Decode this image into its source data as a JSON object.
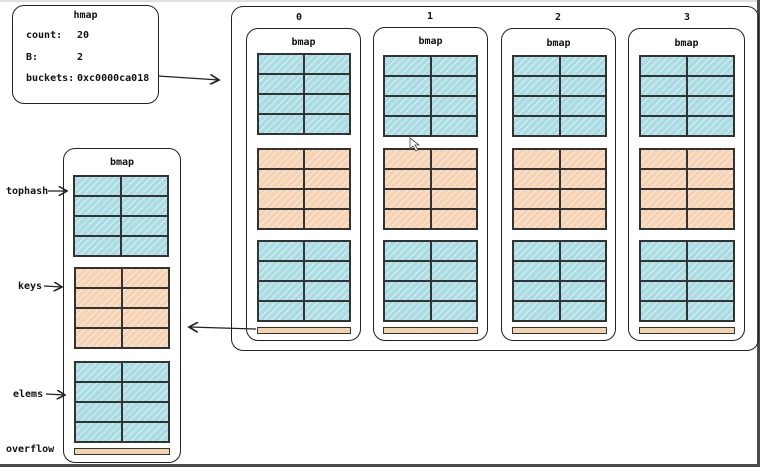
{
  "hmap": {
    "title": "hmap",
    "fields": [
      {
        "name": "count:",
        "value": "20"
      },
      {
        "name": "B:",
        "value": "2"
      },
      {
        "name": "buckets:",
        "value": "0xc0000ca018"
      }
    ]
  },
  "buckets": [
    {
      "index": "0",
      "title": "bmap"
    },
    {
      "index": "1",
      "title": "bmap"
    },
    {
      "index": "2",
      "title": "bmap"
    },
    {
      "index": "3",
      "title": "bmap"
    }
  ],
  "detail": {
    "title": "bmap",
    "labels": {
      "tophash": "tophash",
      "keys": "keys",
      "elems": "elems",
      "overflow": "overflow"
    }
  },
  "colors": {
    "tophash": "#a9dce3",
    "keys": "#f7d3b3",
    "elems": "#a9dce3",
    "overflow": "#f3d2ae"
  }
}
